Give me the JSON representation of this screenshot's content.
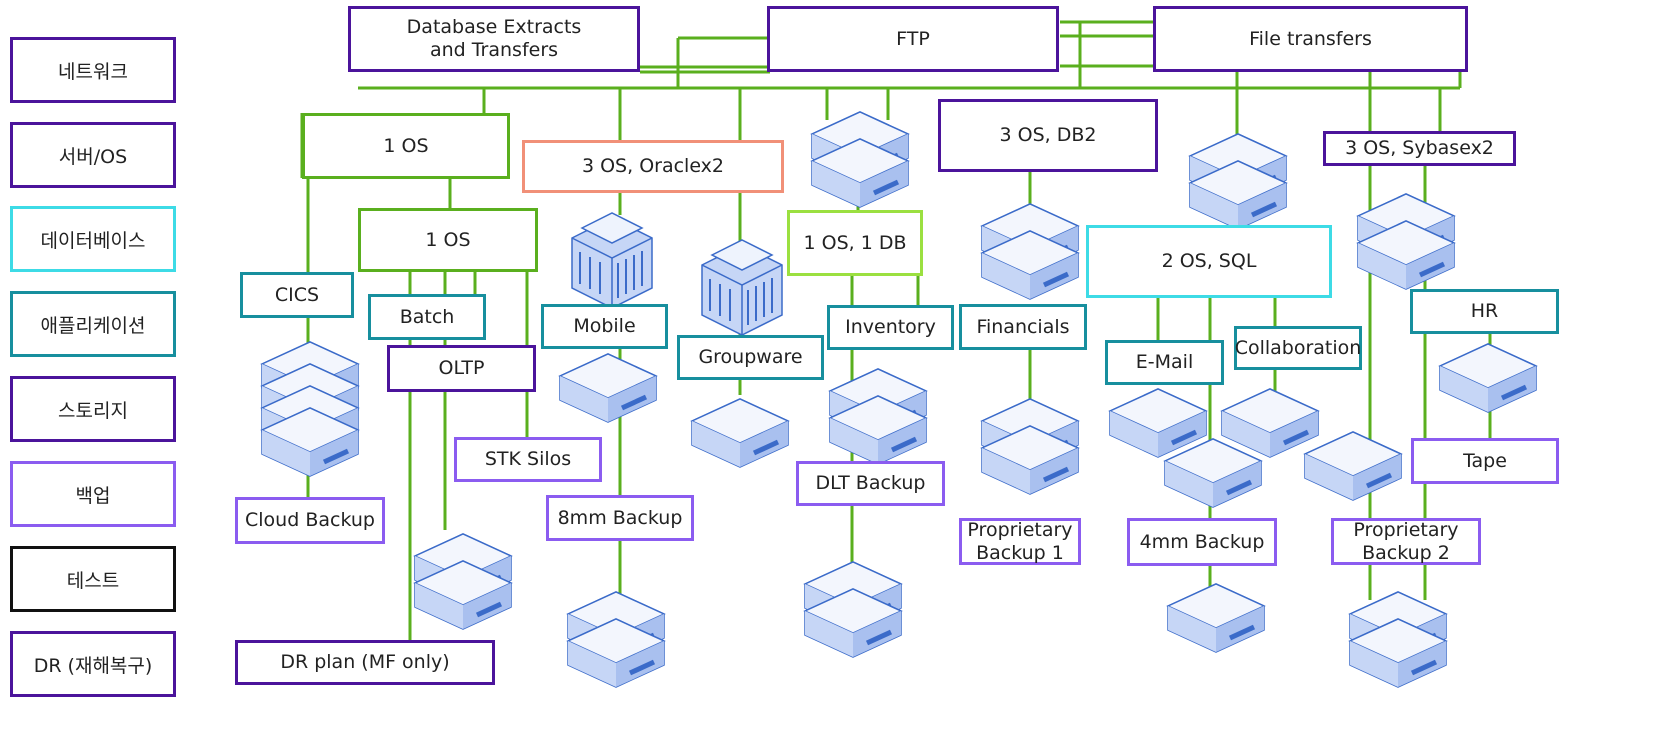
{
  "legend": [
    {
      "label": "네트워크",
      "kind": "net"
    },
    {
      "label": "서버/OS",
      "kind": "srv"
    },
    {
      "label": "데이터베이스",
      "kind": "db"
    },
    {
      "label": "애플리케이션",
      "kind": "app"
    },
    {
      "label": "스토리지",
      "kind": "stor"
    },
    {
      "label": "백업",
      "kind": "bak"
    },
    {
      "label": "테스트",
      "kind": "test"
    },
    {
      "label": "DR (재해복구)",
      "kind": "dr"
    }
  ],
  "network": {
    "db_extracts": "Database Extracts\nand Transfers",
    "ftp": "FTP",
    "file_transfers": "File transfers"
  },
  "servers": {
    "os1_a": "1 OS",
    "os1_b": "1 OS",
    "oracle": "3 OS, Oraclex2",
    "os1_db1": "1 OS, 1 DB",
    "db2": "3 OS, DB2",
    "sql": "2 OS, SQL",
    "sybase": "3 OS, Sybasex2"
  },
  "apps": {
    "cics": "CICS",
    "batch": "Batch",
    "mobile": "Mobile",
    "groupware": "Groupware",
    "inventory": "Inventory",
    "financials": "Financials",
    "email": "E-Mail",
    "collaboration": "Collaboration",
    "hr": "HR"
  },
  "storage": {
    "oltp": "OLTP",
    "stk_silos": "STK Silos"
  },
  "backups": {
    "cloud": "Cloud Backup",
    "mm8": "8mm Backup",
    "dlt": "DLT Backup",
    "prop1": "Proprietary\nBackup 1",
    "mm4": "4mm Backup",
    "prop2": "Proprietary\nBackup 2",
    "tape": "Tape"
  },
  "dr": {
    "plan": "DR plan (MF only)"
  },
  "icons": [
    "server-stack-icon",
    "building-icon"
  ],
  "colors": {
    "line": "#5aaf1e",
    "network": "#4b149b",
    "server": "#4b149b",
    "database": "#3ddbe6",
    "application": "#178f9e",
    "storage": "#4b149b",
    "backup": "#8b5cf0",
    "test": "#111111",
    "dr": "#4b149b",
    "oracle": "#f19078",
    "lime": "#9be040",
    "server_fill": "#c9d8f7",
    "server_stroke": "#3b6bc9"
  }
}
